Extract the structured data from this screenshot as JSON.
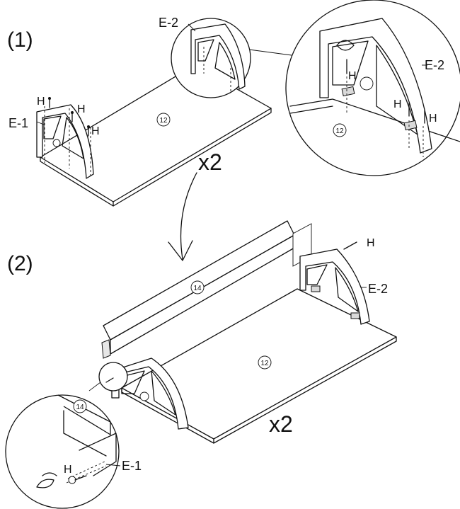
{
  "steps": {
    "step1": "(1)",
    "step2": "(2)"
  },
  "labels": {
    "e1": "E-1",
    "e2": "E-2",
    "h": "H",
    "part12": "12",
    "part14": "14",
    "multiplier": "x2"
  }
}
